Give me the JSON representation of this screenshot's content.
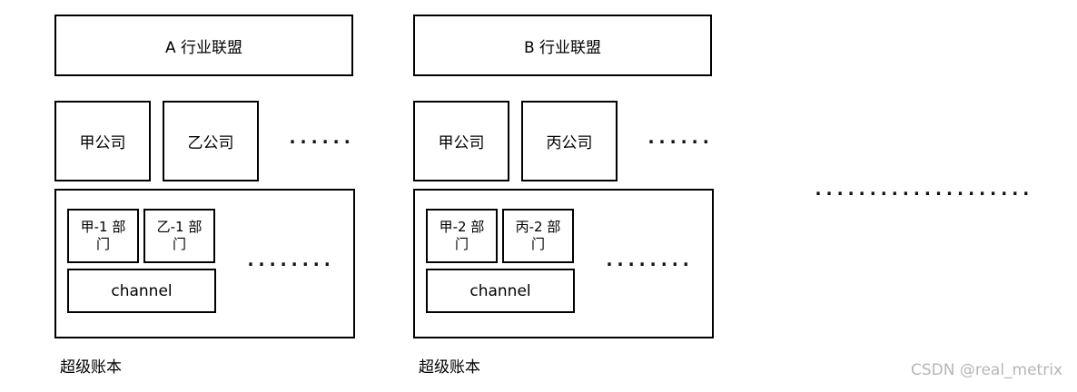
{
  "alliances": [
    {
      "title": "A 行业联盟",
      "companies": [
        "甲公司",
        "乙公司"
      ],
      "company_ellipsis": "......",
      "departments": [
        "甲-1 部门",
        "乙-1 部门"
      ],
      "department_ellipsis": "........",
      "channel_label": "channel",
      "ledger_label": "超级账本"
    },
    {
      "title": "B 行业联盟",
      "companies": [
        "甲公司",
        "丙公司"
      ],
      "company_ellipsis": "......",
      "departments": [
        "甲-2 部门",
        "丙-2 部门"
      ],
      "department_ellipsis": "........",
      "channel_label": "channel",
      "ledger_label": "超级账本"
    }
  ],
  "more_alliances_ellipsis": "....................",
  "watermark": "CSDN @real_metrix",
  "colors": {
    "border": "#000000",
    "text": "#000000",
    "watermark": "#b3b6ba",
    "background": "#ffffff"
  }
}
